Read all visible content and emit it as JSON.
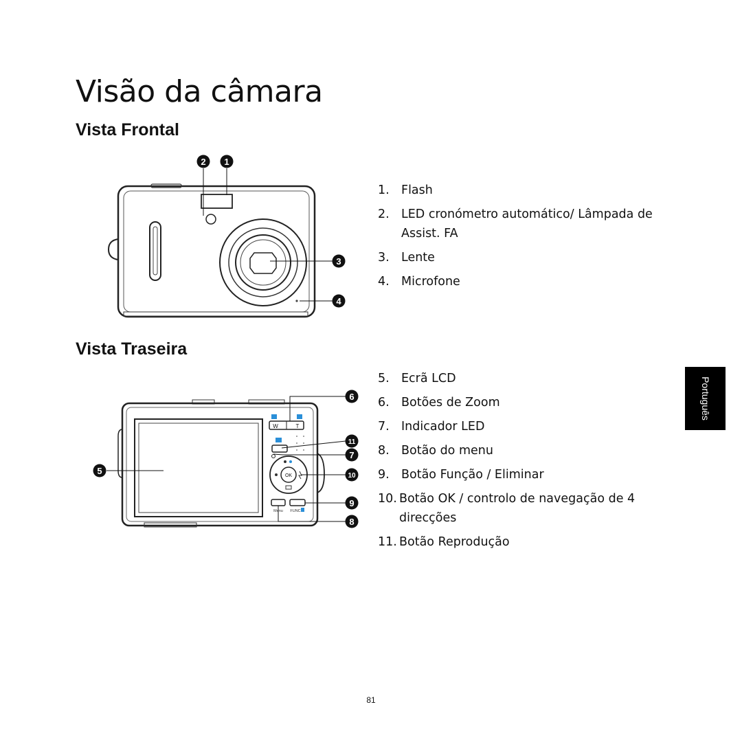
{
  "page": {
    "title": "Visão da câmara",
    "front_heading": "Vista Frontal",
    "back_heading": "Vista Traseira",
    "side_tab": "Português",
    "page_number": "81"
  },
  "front_callouts": [
    "2",
    "1",
    "3",
    "4"
  ],
  "front_list": [
    {
      "num": "1.",
      "text": "Flash"
    },
    {
      "num": "2.",
      "text": "LED cronómetro automático/ Lâmpada de Assist. FA"
    },
    {
      "num": "3.",
      "text": "Lente"
    },
    {
      "num": "4.",
      "text": "Microfone"
    }
  ],
  "back_callouts": [
    "6",
    "11",
    "7",
    "5",
    "10",
    "9",
    "8"
  ],
  "back_labels": {
    "w": "W",
    "t": "T",
    "ok": "OK",
    "menu": "Menu",
    "func": "FUNC"
  },
  "back_list": [
    {
      "num": "5.",
      "text": "Ecrã LCD"
    },
    {
      "num": "6.",
      "text": "Botões de Zoom"
    },
    {
      "num": "7.",
      "text": "Indicador LED"
    },
    {
      "num": "8.",
      "text": "Botão do menu"
    },
    {
      "num": "9.",
      "text": "Botão Função / Eliminar"
    },
    {
      "num": "10.",
      "text": "Botão OK / controlo de navegação de 4 direcções"
    },
    {
      "num": "11.",
      "text": "Botão Reprodução"
    }
  ]
}
